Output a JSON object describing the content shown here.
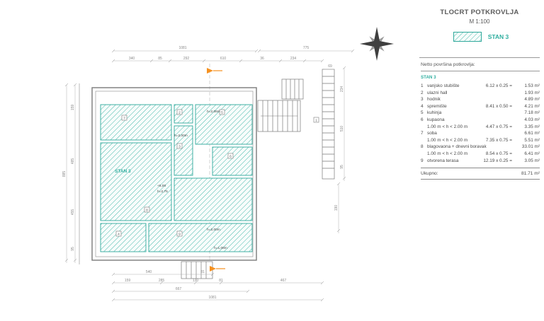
{
  "header": {
    "title": "TLOCRT POTKROVLJA",
    "scale": "M 1:100",
    "legend_label": "STAN 3"
  },
  "netto": {
    "heading": "Netto površina potkrovlja:",
    "subheading": "STAN 3",
    "rows": [
      {
        "num": "1",
        "name": "vanjsko stubište",
        "formula": "6.12 x 0.25 =",
        "area": "1.53 m²"
      },
      {
        "num": "2",
        "name": "ulazni hall",
        "formula": "",
        "area": "1.93 m²"
      },
      {
        "num": "3",
        "name": "hodnik",
        "formula": "",
        "area": "4.89 m²"
      },
      {
        "num": "4",
        "name": "spremište",
        "formula": "8.41 x 0.50 =",
        "area": "4.21 m²"
      },
      {
        "num": "5",
        "name": "kuhinja",
        "formula": "",
        "area": "7.18 m²"
      },
      {
        "num": "6",
        "name": "kupaona",
        "formula": "",
        "area": "4.03 m²"
      },
      {
        "num": "",
        "name": "1.00 m < h < 2.00 m",
        "formula": "4.47 x 0.75 =",
        "area": "3.35 m²"
      },
      {
        "num": "7",
        "name": "soba",
        "formula": "",
        "area": "6.61 m²"
      },
      {
        "num": "",
        "name": "1.00 m < h < 2.00 m",
        "formula": "7.35 x 0.75 =",
        "area": "5.51 m²"
      },
      {
        "num": "8",
        "name": "blagovaona + dnevni boravak",
        "formula": "",
        "area": "33.01 m²"
      },
      {
        "num": "",
        "name": "1.00 m < h < 2.00 m",
        "formula": "8.54 x 0.75 =",
        "area": "6.41 m²"
      },
      {
        "num": "9",
        "name": "otvorena terasa",
        "formula": "12.19 x 0.25 =",
        "area": "3.05 m²"
      }
    ],
    "total_label": "Ukupno:",
    "total_value": "81.71 m²"
  },
  "plan": {
    "labels": {
      "stan": "STAN 3",
      "level": "+5,00",
      "ceiling": "h=2,75",
      "h1": "h=2,06m",
      "h2": "h=2,00m",
      "h3": "h=2,00m",
      "h4": "h=1,08m"
    },
    "markers": [
      "1",
      "2",
      "3",
      "4",
      "5",
      "6",
      "7",
      "8",
      "9"
    ],
    "dims": {
      "top_total": "1081",
      "top_right": "775",
      "top_segments": [
        "340",
        "85",
        "292",
        "610",
        "36",
        "234"
      ],
      "right_small": "69",
      "left_col": [
        "159",
        "485",
        "455",
        "95"
      ],
      "left_total": "885",
      "right_col": [
        "234",
        "510",
        "95"
      ],
      "right_lower": "190",
      "bottom_row1": [
        "540",
        "81"
      ],
      "bottom_row2": [
        "159",
        "285",
        "130",
        "81",
        "467"
      ],
      "bottom_row3": "667",
      "bottom_total": "1081"
    },
    "colors": {
      "teal": "#2fa89b",
      "orange": "#f59120"
    }
  }
}
